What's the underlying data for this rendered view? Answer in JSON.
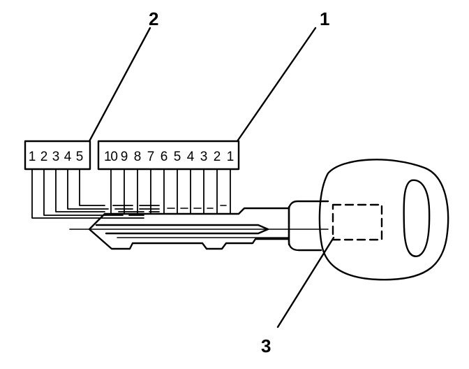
{
  "callouts": [
    "1",
    "2",
    "3"
  ],
  "box_right": {
    "digits": [
      "10",
      "9",
      "8",
      "7",
      "6",
      "5",
      "4",
      "3",
      "2",
      "1"
    ]
  },
  "box_left": {
    "digits": [
      "1",
      "2",
      "3",
      "4",
      "5"
    ]
  },
  "colors": {
    "line": "#000000",
    "background": "#ffffff"
  }
}
